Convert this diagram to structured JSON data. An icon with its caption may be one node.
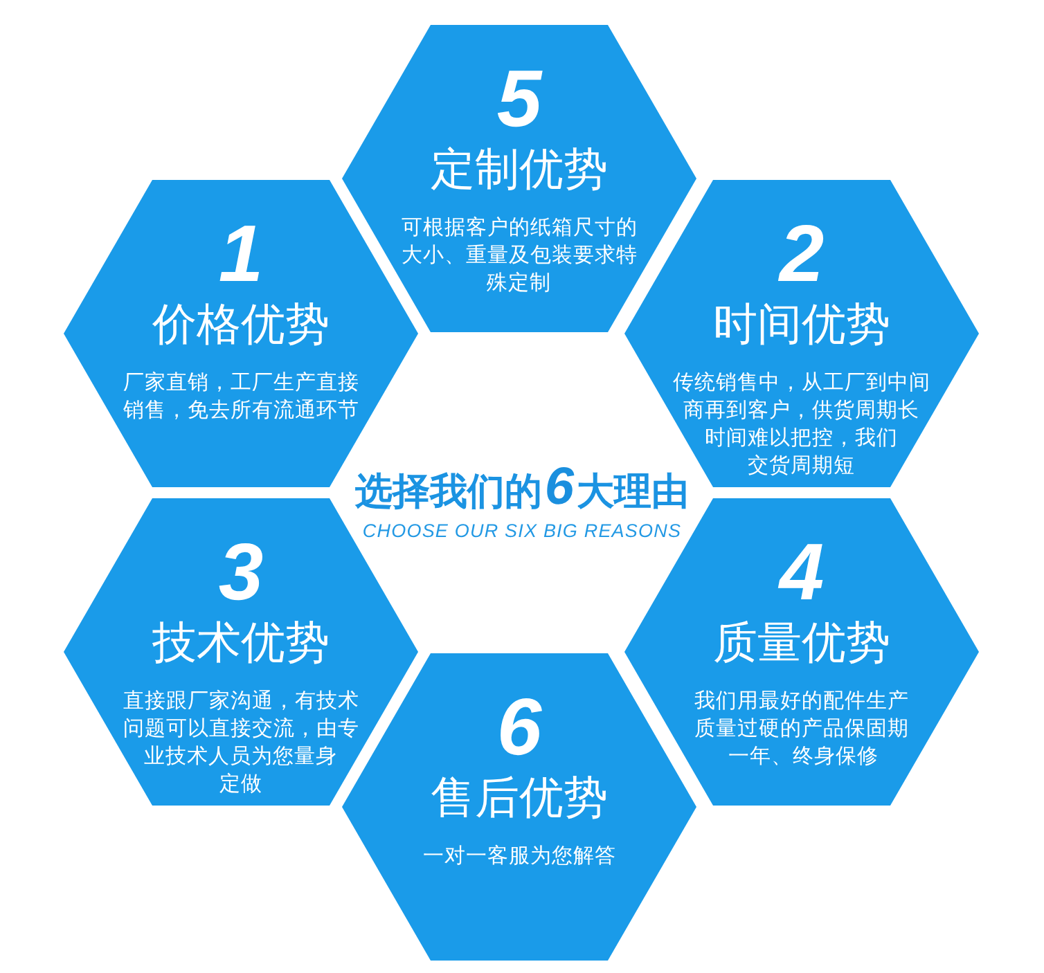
{
  "diagram": {
    "title": "选择我们的6大理由",
    "nodes": [
      {
        "text": [
          "1",
          "价格优势",
          "厂家直销，工厂生产直接销售，免去所有流通环节"
        ]
      },
      {
        "text": [
          "2",
          "时间优势",
          "传统销售中，从工厂到中间商再到客户，供货周期长时间难以把控，我们交货周期短"
        ]
      },
      {
        "text": [
          "3",
          "技术优势",
          "直接跟厂家沟通，有技术问题可以直接交流，由专业技术人员为您量身定做"
        ]
      },
      {
        "text": [
          "4",
          "质量优势",
          "我们用最好的配件生产质量过硬的产品保固期一年、终身保修"
        ]
      },
      {
        "text": [
          "5",
          "定制优势",
          "可根据客户的纸箱尺寸的大小、重量及包装要求特殊定制"
        ]
      },
      {
        "text": [
          "6",
          "售后优势",
          "一对一客服为您解答"
        ]
      }
    ],
    "labels": [
      "CHOOSE OUR SIX BIG REASONS"
    ]
  }
}
